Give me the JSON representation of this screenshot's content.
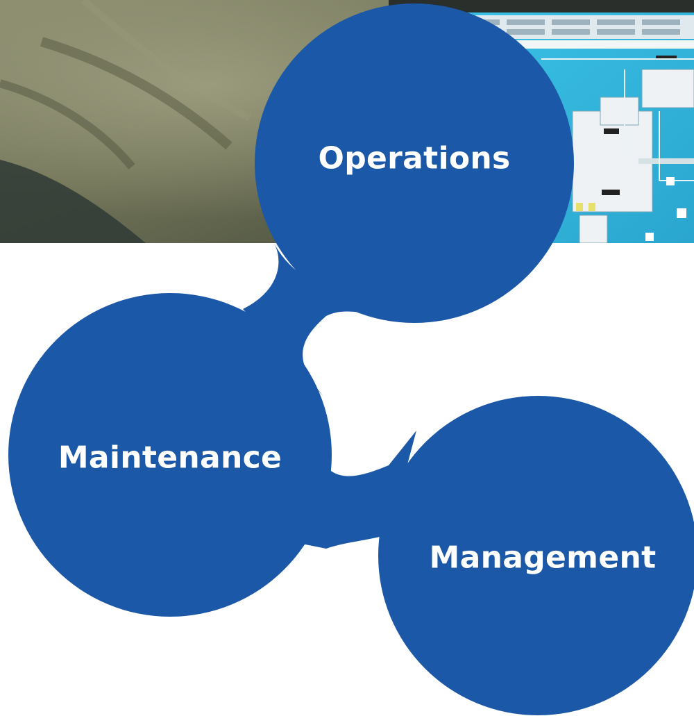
{
  "colors": {
    "blob_blue": "#1b58a7",
    "label_text": "#ffffff",
    "photo_fabric": "#6e7258",
    "monitor_screen": "#35b9df"
  },
  "background_photo": {
    "icons": [
      "operator-shoulder-photo",
      "control-monitor-screen"
    ]
  },
  "blobs": {
    "operations": {
      "label": "Operations"
    },
    "maintenance": {
      "label": "Maintenance"
    },
    "management": {
      "label": "Management"
    }
  }
}
